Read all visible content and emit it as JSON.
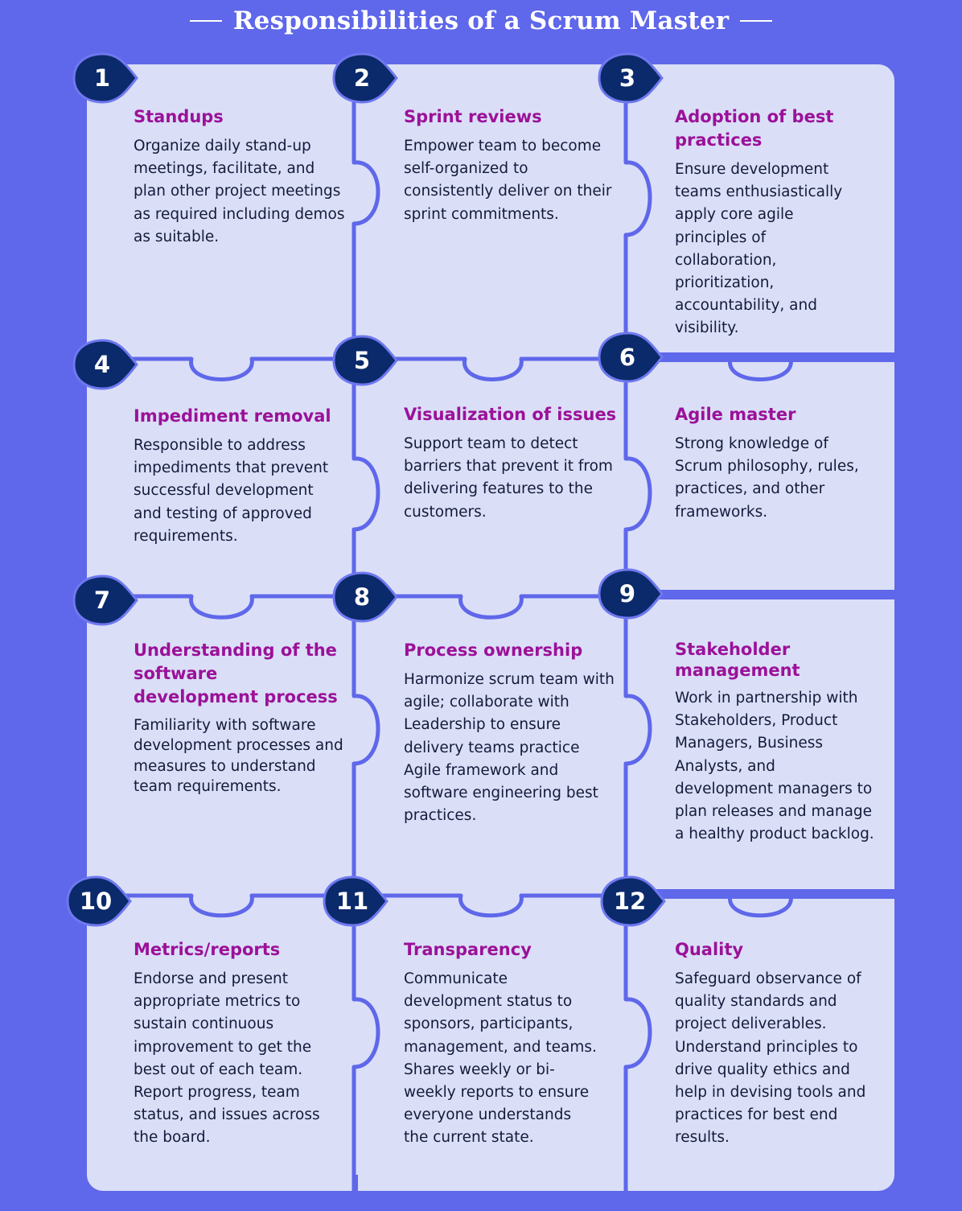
{
  "title": "Responsibilities of a Scrum Master",
  "colors": {
    "background": "#5f67ea",
    "board": "#dadff7",
    "connector": "#5f67ea",
    "badge": "#0b2a6b",
    "heading": "#9b1199",
    "body_text": "#141a3a"
  },
  "items": [
    {
      "number": "1",
      "heading": "Standups",
      "text": "Organize daily stand-up meetings, facilitate, and plan other project meetings as required including demos as suitable."
    },
    {
      "number": "2",
      "heading": "Sprint reviews",
      "text": "Empower team to become self-organized to consistently deliver on their sprint commitments."
    },
    {
      "number": "3",
      "heading": "Adoption of best practices",
      "text": "Ensure development teams enthusiastically apply core agile principles of collaboration, prioritization, accountability, and visibility."
    },
    {
      "number": "4",
      "heading": "Impediment removal",
      "text": "Responsible to address impediments that prevent successful development and testing of approved requirements."
    },
    {
      "number": "5",
      "heading": "Visualization of issues",
      "text": "Support team to detect barriers that prevent it from delivering features to the customers."
    },
    {
      "number": "6",
      "heading": "Agile master",
      "text": "Strong knowledge of Scrum philosophy, rules, practices, and other frameworks."
    },
    {
      "number": "7",
      "heading": "Understanding of the software development process",
      "text": "Familiarity with software development processes and measures to understand team requirements."
    },
    {
      "number": "8",
      "heading": "Process ownership",
      "text": "Harmonize scrum team with agile; collaborate with Leadership to ensure delivery teams practice Agile framework and software engineering best practices."
    },
    {
      "number": "9",
      "heading": "Stakeholder management",
      "text": "Work in partnership with Stakeholders, Product Managers, Business Analysts, and development managers to plan releases and manage a healthy product backlog."
    },
    {
      "number": "10",
      "heading": "Metrics/reports",
      "text": "Endorse and present appropriate metrics to sustain continuous improvement to get the best out of each team. Report progress, team status, and issues across the board."
    },
    {
      "number": "11",
      "heading": "Transparency",
      "text": "Communicate development status to sponsors, participants, management, and teams. Shares weekly or bi-weekly reports to ensure everyone understands the current state."
    },
    {
      "number": "12",
      "heading": "Quality",
      "text": "Safeguard observance of quality standards and project deliverables. Understand principles to drive quality ethics and help in devising tools and practices for best end results."
    }
  ]
}
